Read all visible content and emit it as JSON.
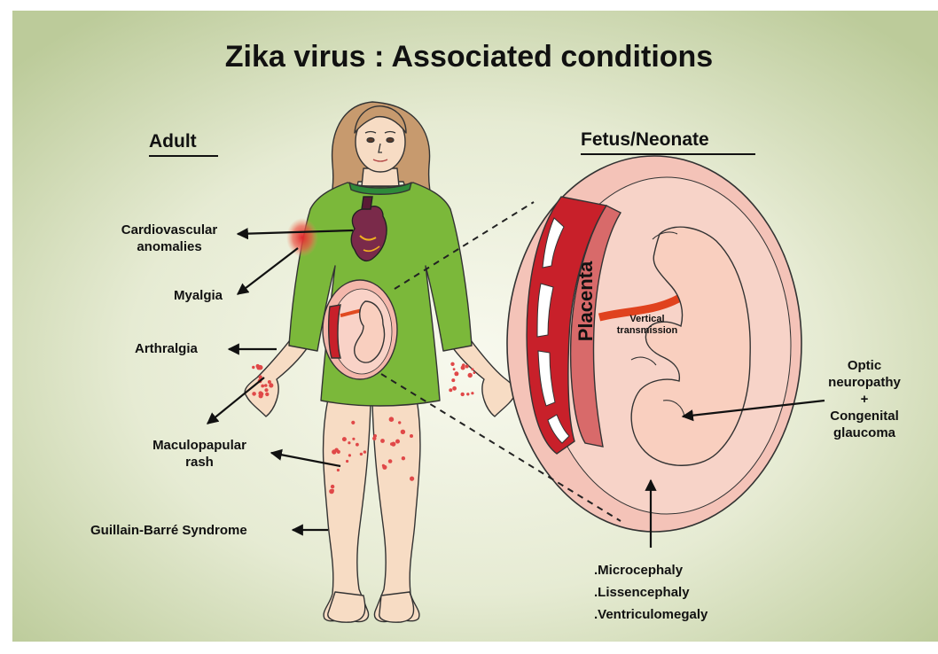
{
  "title": "Zika virus : Associated conditions",
  "sections": {
    "adult": "Adult",
    "fetus": "Fetus/Neonate"
  },
  "adult_conditions": {
    "cardiovascular": "Cardiovascular\nanomalies",
    "myalgia": "Myalgia",
    "arthralgia": "Arthralgia",
    "rash": "Maculopapular\nrash",
    "gbs": "Guillain-Barré Syndrome"
  },
  "fetal_conditions": {
    "placenta": "Placenta",
    "vertical": "Vertical\ntransmission",
    "optic": "Optic\nneuropathy\n+\nCongenital\nglaucoma",
    "brain_1": ".Microcephaly",
    "brain_2": ".Lissencephaly",
    "brain_3": ".Ventriculomegaly"
  },
  "colors": {
    "background_center": "#f7f8ec",
    "background_edge": "#bccb9a",
    "dress": "#7bb83a",
    "skin": "#f7dcc4",
    "womb": "#f4b7ab",
    "placenta": "#c8202a",
    "rash": "#e04848"
  }
}
